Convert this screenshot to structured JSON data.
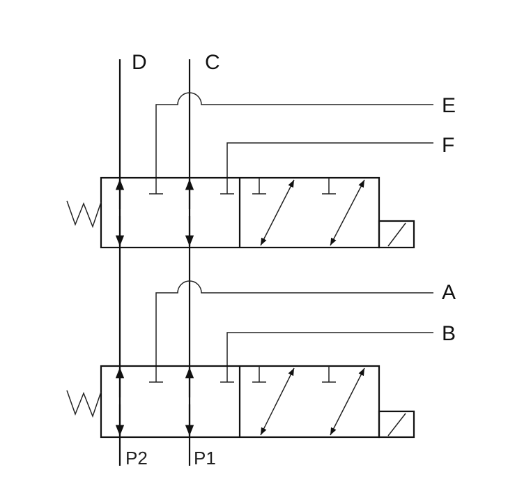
{
  "diagram": {
    "ports": {
      "D": "D",
      "C": "C",
      "E": "E",
      "F": "F",
      "A": "A",
      "B": "B",
      "P2": "P2",
      "P1": "P1"
    },
    "colors": {
      "line": "#111111",
      "background": "#ffffff"
    }
  }
}
